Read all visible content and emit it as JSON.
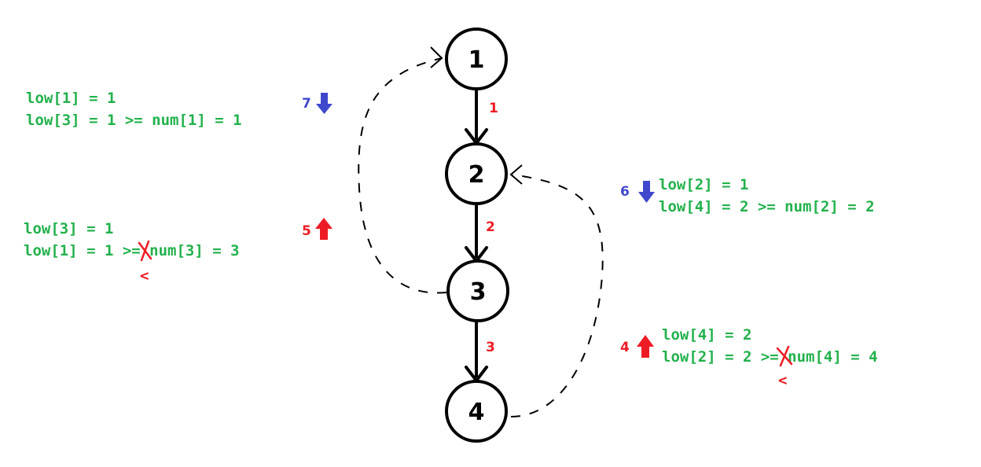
{
  "colors": {
    "green": "#22b14c",
    "red": "#ed1c24",
    "blue": "#3f48cc",
    "black": "#000000"
  },
  "nodes": [
    {
      "id": "1",
      "label": "1"
    },
    {
      "id": "2",
      "label": "2"
    },
    {
      "id": "3",
      "label": "3"
    },
    {
      "id": "4",
      "label": "4"
    }
  ],
  "edges": [
    {
      "from": "1",
      "to": "2",
      "label": "1"
    },
    {
      "from": "2",
      "to": "3",
      "label": "2"
    },
    {
      "from": "3",
      "to": "4",
      "label": "3"
    }
  ],
  "back_edges": [
    {
      "from": "3",
      "to": "1",
      "style": "dashed"
    },
    {
      "from": "4",
      "to": "2",
      "style": "dashed"
    }
  ],
  "steps": {
    "step7": {
      "number": "7",
      "direction": "down",
      "lines": [
        "low[1] = 1",
        "low[3] = 1 >= num[1] = 1"
      ]
    },
    "step5": {
      "number": "5",
      "direction": "up",
      "lines": [
        "low[3] = 1",
        "low[1] = 1 >= num[3] = 3"
      ],
      "correction": "<"
    },
    "step6": {
      "number": "6",
      "direction": "down",
      "lines": [
        "low[2] = 1",
        "low[4] = 2 >= num[2] = 2"
      ]
    },
    "step4": {
      "number": "4",
      "direction": "up",
      "lines": [
        "low[4] = 2",
        "low[2] = 2 >= num[4] = 4"
      ],
      "correction": "<"
    }
  }
}
